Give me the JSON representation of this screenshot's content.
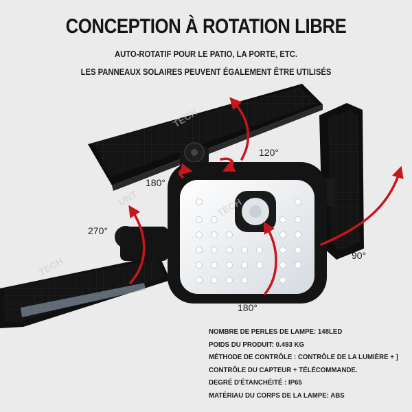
{
  "header": {
    "title": "CONCEPTION À ROTATION LIBRE",
    "subtitle_1": "AUTO-ROTATIF POUR LE PATIO, LA PORTE, ETC.",
    "subtitle_2": "LES PANNEAUX SOLAIRES PEUVENT ÉGALEMENT ÊTRE UTILISÉS"
  },
  "angles": {
    "top_panel": "120°",
    "head_rotation": "180°",
    "left_panel": "270°",
    "right_panel": "90°",
    "lamp_tilt": "180°"
  },
  "specs": [
    "NOMBRE DE PERLES DE LAMPE: 148LED",
    "POIDS DU PRODUIT: 0.493 KG",
    "MÉTHODE DE CONTRÔLE : CONTRÔLE DE LA LUMIÈRE + ]",
    "CONTRÔLE DU CAPTEUR + TÉLÉCOMMANDE.",
    "DEGRÉ D'ÉTANCHÉITÉ : IP65",
    "MATÉRIAU DU CORPS DE LA LAMPE: ABS"
  ],
  "watermark": "TECH UNT TECH",
  "colors": {
    "background": "#ebebeb",
    "body": "#1c1c1c",
    "arrow": "#c8161d",
    "led": "#f2f4f6"
  }
}
